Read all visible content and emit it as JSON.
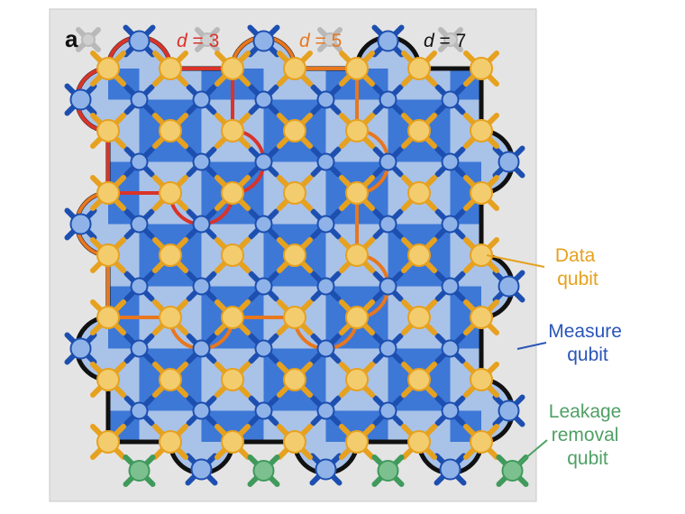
{
  "panel_label": "a",
  "distance_labels": [
    {
      "prefix": "d",
      "suffix": " = 3",
      "color": "#d9332a"
    },
    {
      "prefix": "d",
      "suffix": " = 5",
      "color": "#e8771e"
    },
    {
      "prefix": "d",
      "suffix": " = 7",
      "color": "#111111"
    }
  ],
  "legend": {
    "data_qubit": {
      "lines": [
        "Data",
        "qubit"
      ],
      "color": "#e6a11f"
    },
    "measure_qubit": {
      "lines": [
        "Measure",
        "qubit"
      ],
      "color": "#2a55b8"
    },
    "leakage_qubit": {
      "lines": [
        "Leakage",
        "removal",
        "qubit"
      ],
      "color": "#4fa065"
    }
  },
  "colors": {
    "background_panel": "#e4e4e4",
    "stabilizer_dark": "#3d78d6",
    "stabilizer_light": "#a9c2e8",
    "data_qubit_fill": "#f3cc6e",
    "data_qubit_arm": "#e6a11f",
    "measure_qubit_fill": "#8fb3e8",
    "measure_qubit_arm": "#1d4fb0",
    "leakage_fill": "#7cc08f",
    "leakage_arm": "#3f9a5c",
    "boundary_d3": "#d9332a",
    "boundary_d5": "#e8771e",
    "boundary_d7": "#111111"
  }
}
